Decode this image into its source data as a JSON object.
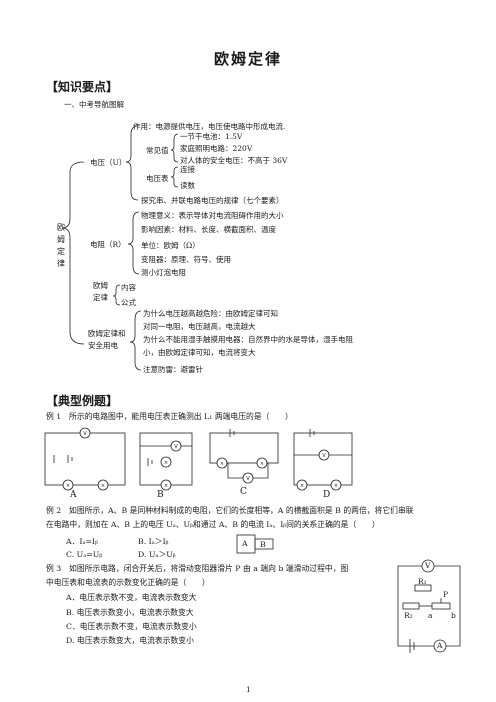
{
  "title": "欧姆定律",
  "section1": {
    "heading": "【知识要点】",
    "subheading": "一、中考导航图解"
  },
  "root": "欧姆定律",
  "voltage": {
    "label": "电压（U）",
    "role": "作用：电源提供电压，电压使电路中形成电流.",
    "common_label": "常见值",
    "common": [
      "一节干电池：1.5V",
      "家庭照明电路：220V",
      "对人体的安全电压：不高于 36V"
    ],
    "meter_label": "电压表",
    "meter": [
      "连接",
      "读数"
    ],
    "explore": "探究串、并联电路电压的规律（七个要素）"
  },
  "resistance": {
    "label": "电阻（R）",
    "items": [
      "物理意义：表示导体对电流阻碍作用的大小",
      "影响因素：材料、长度、横截面积、温度",
      "单位：欧姆（Ω）",
      "变阻器：原理、符号、使用",
      "测小灯泡电阻"
    ]
  },
  "law": {
    "label_lines": [
      "欧姆",
      "定律"
    ],
    "items": [
      "内容",
      "公式"
    ]
  },
  "safety": {
    "label_lines": [
      "欧姆定律和",
      "安全用电"
    ],
    "items": [
      "为什么电压越高越危险：由欧姆定律可知",
      "对同一电阻，电压越高，电流越大",
      "为什么不能用湿手触摸用电器：自然界中的水是导体，湿手电阻",
      "小，由欧姆定律可知，电流将变大",
      "注意防雷：避雷针"
    ]
  },
  "section2": {
    "heading": "【典型例题】"
  },
  "ex1": {
    "text": "例 1　所示的电路图中，能用电压表正确测出 L₁ 两端电压的是（　　）",
    "option_labels": [
      "A",
      "B",
      "C",
      "D"
    ]
  },
  "ex2": {
    "line1": "例 2　如图所示，A、B 是同种材料制成的电阻，它们的长度相等，A 的横截面积是 B 的两倍，将它们串联",
    "line2": "在电路中，则加在 A、B 上的电压 Uₐ、Uᵦ和通过 A、B 的电流 Iₐ、Iᵦ间的关系正确的是（　　）",
    "options": [
      "A．Iₐ=Iᵦ",
      "B. Iₐ＞Iᵦ",
      "C. Uₐ=Uᵦ",
      "D. Uₐ＞Uᵦ"
    ],
    "fig_labels": [
      "A",
      "B"
    ]
  },
  "ex3": {
    "line1": "例 3　如图所示电路，闭合开关后，将滑动变阻器滑片 P 由 a 端向 b 端滑动过程中，图",
    "line2": "中电压表和电流表的示数变化正确的是（　　）",
    "options": [
      "A．电压表示数不变，电流表示数变大",
      "B. 电压表示数变小，电流表示数变大",
      "C．电压表示数不变，电流表示数变小",
      "D. 电压表示数变大，电流表示数变小"
    ],
    "fig_labels": [
      "V",
      "R₁",
      "P",
      "R₂",
      "a",
      "b",
      "A"
    ]
  },
  "page_number": "1"
}
